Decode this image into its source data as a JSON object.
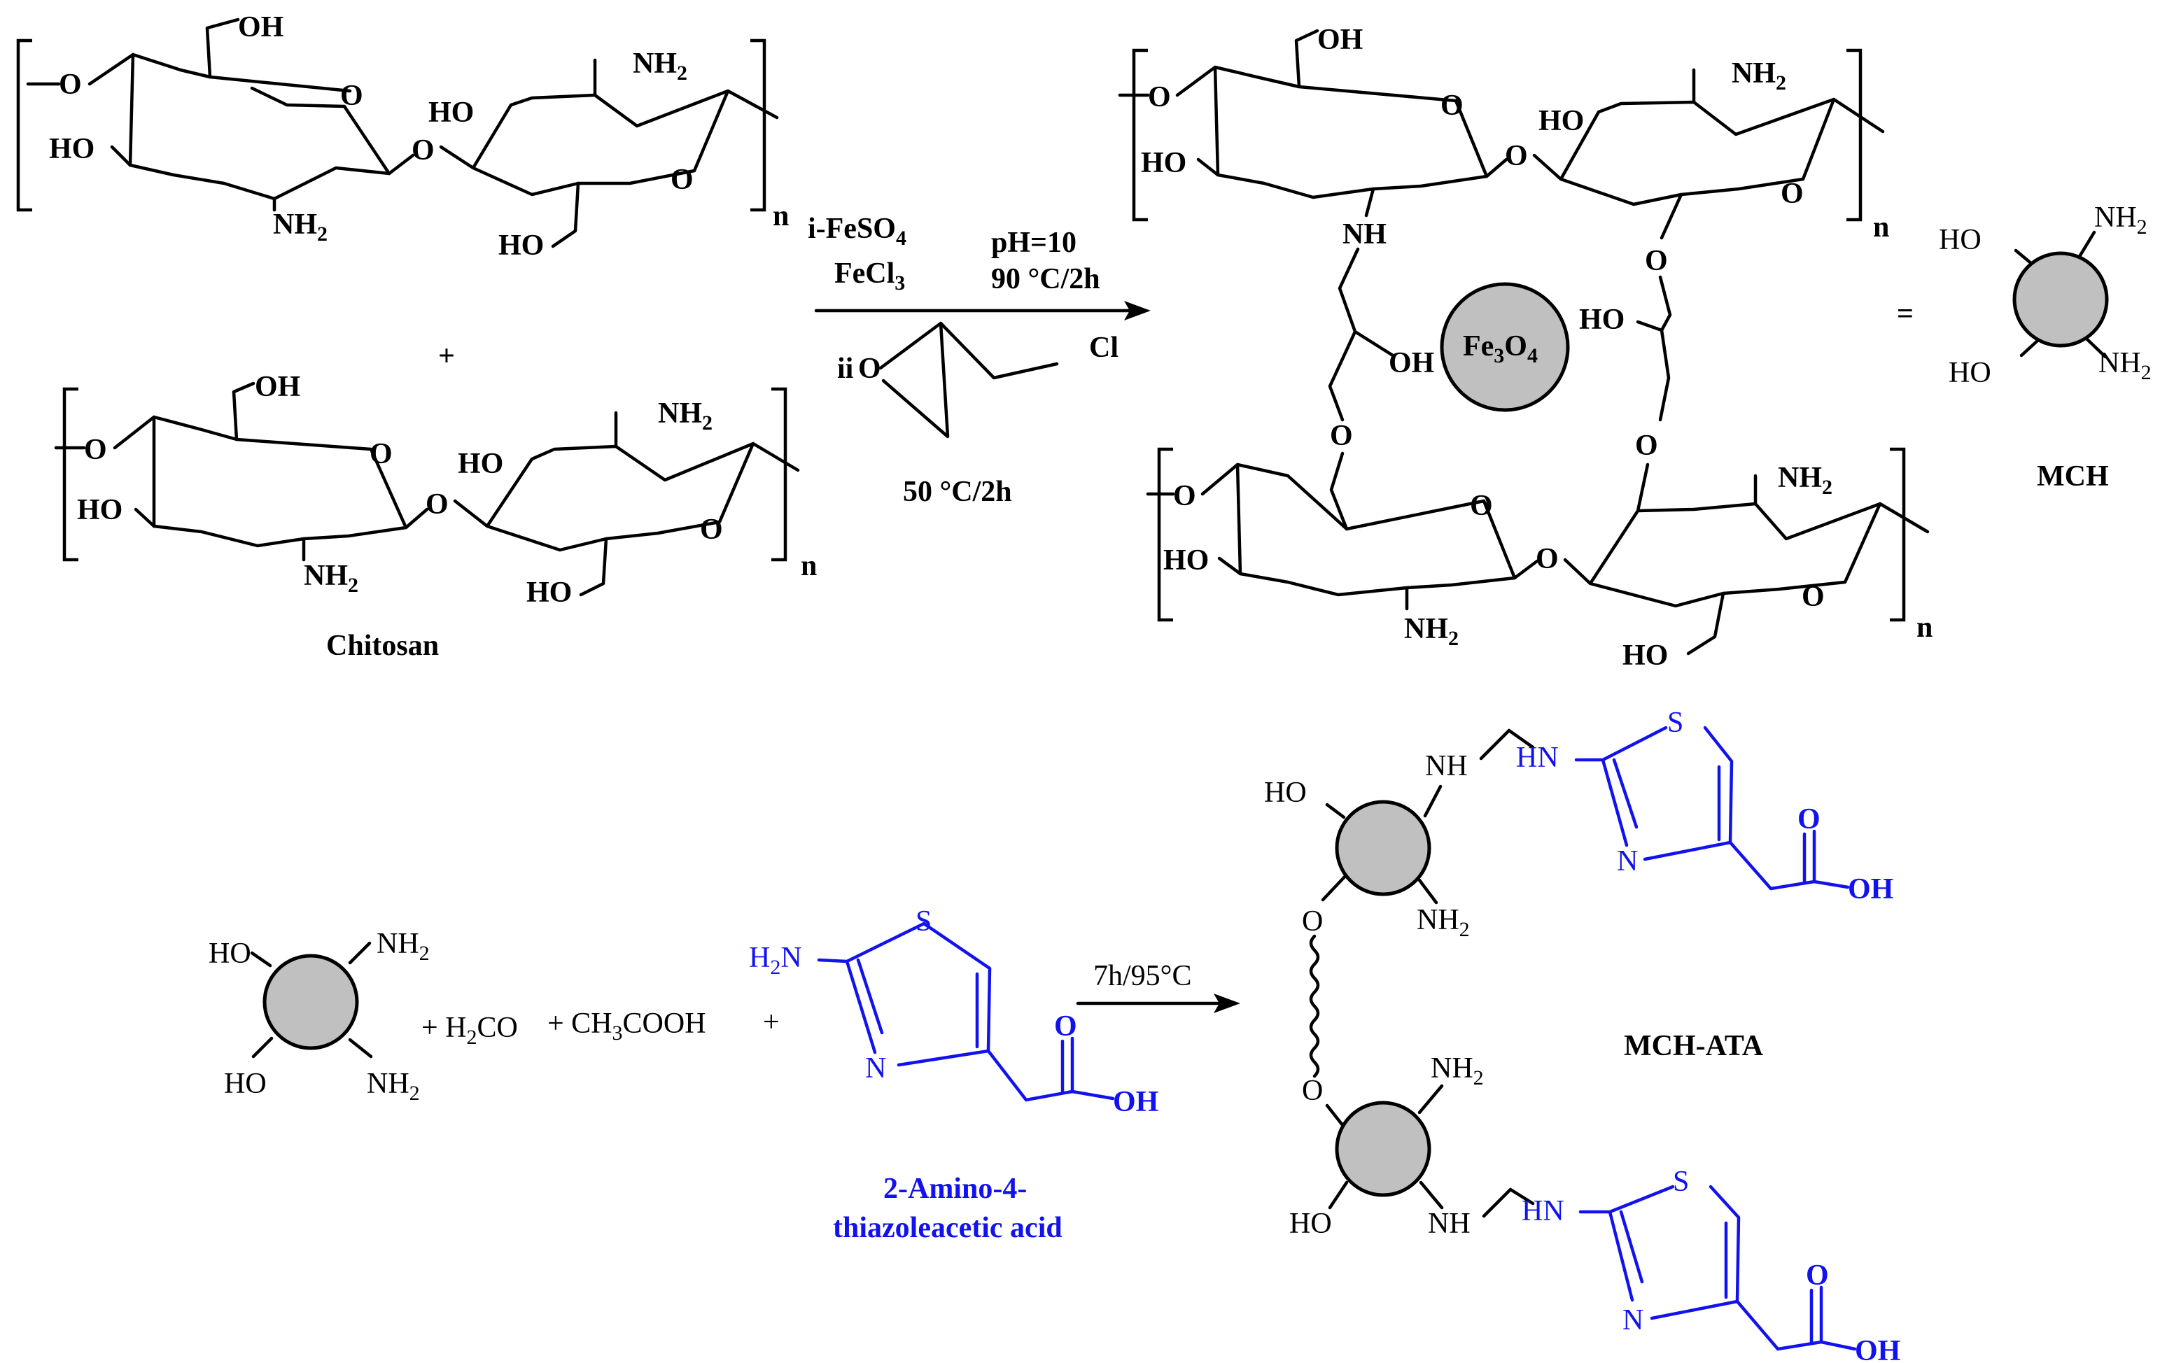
{
  "reaction1": {
    "reagent_line1": "i-FeSO",
    "reagent_line1_sub": "4",
    "reagent_line2": "FeCl",
    "reagent_line2_sub": "3",
    "cond_ph": "pH=10",
    "cond_temp1": "90 °C/2h",
    "epoxide_label": "ii",
    "epoxide_o": "O",
    "epoxide_cl": "Cl",
    "cond_temp2": "50 °C/2h"
  },
  "reaction2": {
    "plus1": "+ H",
    "plus1_sub": "2",
    "plus1_tail": "CO",
    "plus2": "+ CH",
    "plus2_sub": "3",
    "plus2_tail": "COOH",
    "plus3": "+",
    "condition": "7h/95°C"
  },
  "labels": {
    "chitosan": "Chitosan",
    "mch": "MCH",
    "mch_ata": "MCH-ATA",
    "ata_line1": "2-Amino-4-",
    "ata_line2": "thiazoleacetic acid",
    "fe3o4": "Fe",
    "fe3o4_sub1": "3",
    "fe3o4_o": "O",
    "fe3o4_sub2": "4",
    "equals": "=",
    "plus": "+",
    "n": "n"
  },
  "atoms": {
    "OH": "OH",
    "HO": "HO",
    "O": "O",
    "NH2": "NH",
    "NH": "NH",
    "HN": "HN",
    "H2N": "H",
    "N": "N",
    "S": "S",
    "sub2": "2"
  },
  "colors": {
    "ata_blue": "#1212ee",
    "bead_fill": "#c0c0c0"
  }
}
